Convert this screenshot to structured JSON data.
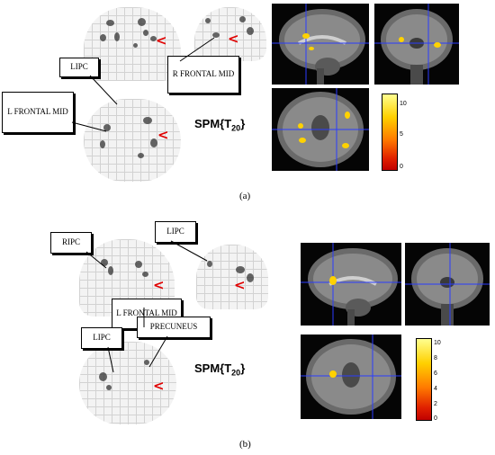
{
  "panel_a": {
    "callouts": {
      "lipc": "LIPC",
      "r_frontal_mid": "R FRONTAL MID",
      "l_frontal_mid": "L FRONTAL MID"
    },
    "spm_label": "SPM{T",
    "spm_subscript": "20",
    "spm_close": "}",
    "colorbar_ticks": [
      "10",
      "5",
      "0"
    ],
    "caption": "(a)"
  },
  "panel_b": {
    "callouts": {
      "ripc": "RIPC",
      "lipc_top": "LIPC",
      "l_frontal_mid": "L FRONTAL MID",
      "precuneus": "PRECUNEUS",
      "lipc_bottom": "LIPC"
    },
    "spm_label": "SPM{T",
    "spm_subscript": "20",
    "spm_close": "}",
    "colorbar_ticks": [
      "10",
      "8",
      "6",
      "4",
      "2",
      "0"
    ],
    "caption": "(b)"
  },
  "colors": {
    "activation": "#ffd200",
    "marker": "#e00000",
    "crosshair": "#2a3cff"
  }
}
